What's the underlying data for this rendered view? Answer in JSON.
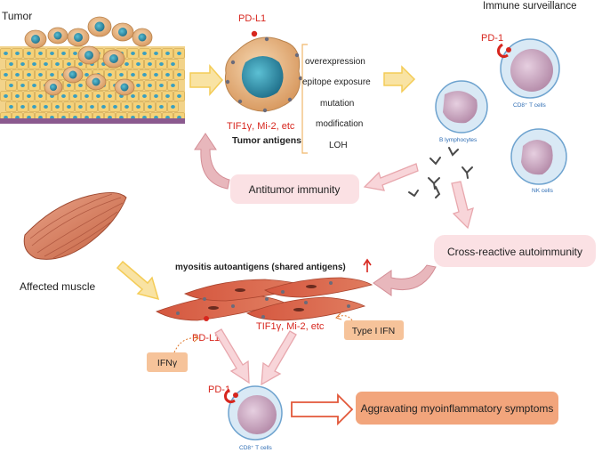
{
  "labels": {
    "tumor": "Tumor",
    "pd_l1_top": "PD-L1",
    "tumor_antigen_names": "TIF1γ, Mi-2, etc",
    "tumor_antigens": "Tumor antigens",
    "mechanisms": [
      "overexpression",
      "epitope exposure",
      "mutation",
      "modification",
      "LOH"
    ],
    "immune_surveillance": "Immune surveillance",
    "pd_1_top": "PD-1",
    "cd8_t_cells_top": "CD8⁺ T cells",
    "b_lymphocytes": "B lymphocytes",
    "nk_cells": "NK cells",
    "antitumor_immunity": "Antitumor immunity",
    "cross_reactive": "Cross-reactive autoimmunity",
    "affected_muscle": "Affected muscle",
    "myositis_autoantigens": "myositis autoantigens (shared antigens)",
    "pd_l1_bottom": "PD-L1",
    "muscle_antigen_names": "TIF1γ, Mi-2, etc",
    "type_i_ifn": "Type I IFN",
    "ifn_gamma": "IFNγ",
    "pd_1_bottom": "PD-1",
    "cd8_t_cells_bottom": "CD8⁺ T cells",
    "aggravating": "Aggravating myoinflammatory symptoms"
  },
  "colors": {
    "red_text": "#d7261e",
    "blue_text": "#2e6db4",
    "pink_box": "#fbe1e4",
    "orange_box": "#f6c39a",
    "aggravating_box": "#f2a57c",
    "yellow_arrow": "#f4cc57",
    "pink_arrow": "#e8a7ad",
    "red_arrow_outline": "#e2583a"
  }
}
